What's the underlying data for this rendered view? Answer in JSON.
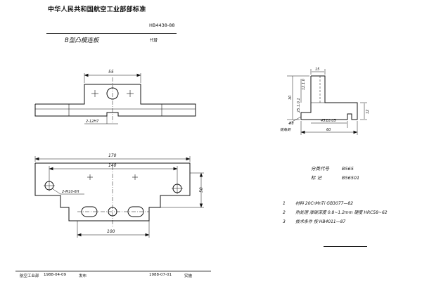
{
  "header": {
    "organization_standard": "中华人民共和国航空工业部部标准",
    "standard_number": "HB4438-88",
    "title": "B型凸模连板",
    "replace_label": "代替"
  },
  "drawing": {
    "front_view": {
      "width_label": "55",
      "hole_label": "2-12H7"
    },
    "top_view": {
      "overall_label": "170",
      "pitch_label": "140",
      "bolt_label": "2-M10-6H",
      "height_label": "50",
      "bottom_label": "100"
    },
    "side_view": {
      "top_label": "15",
      "thickness_label": "12.1.0",
      "height_label": "30",
      "inner_label": "25.1.0.1",
      "step_label": "12",
      "r_label": "R8",
      "mid_label": "45±0.05",
      "length_label": "60",
      "bevel_label": "锐角倒"
    }
  },
  "info": {
    "code_label": "分类代号",
    "code_value": "B565",
    "symbol_label": "标  记",
    "symbol_value": "B56501"
  },
  "notes": [
    {
      "num": "1",
      "text": "材料   20CrMnTi  GB3077—82"
    },
    {
      "num": "2",
      "text": "热处理   渗碳深度 0.8~1.2mm  硬度 HRC58~62"
    },
    {
      "num": "3",
      "text": "技术条件   按 HB4011—87"
    }
  ],
  "footer": {
    "issuer": "航空工业部",
    "issue_date": "1988-04-09",
    "issue_label": "发布",
    "impl_date": "1988-07-01",
    "impl_label": "实施"
  }
}
